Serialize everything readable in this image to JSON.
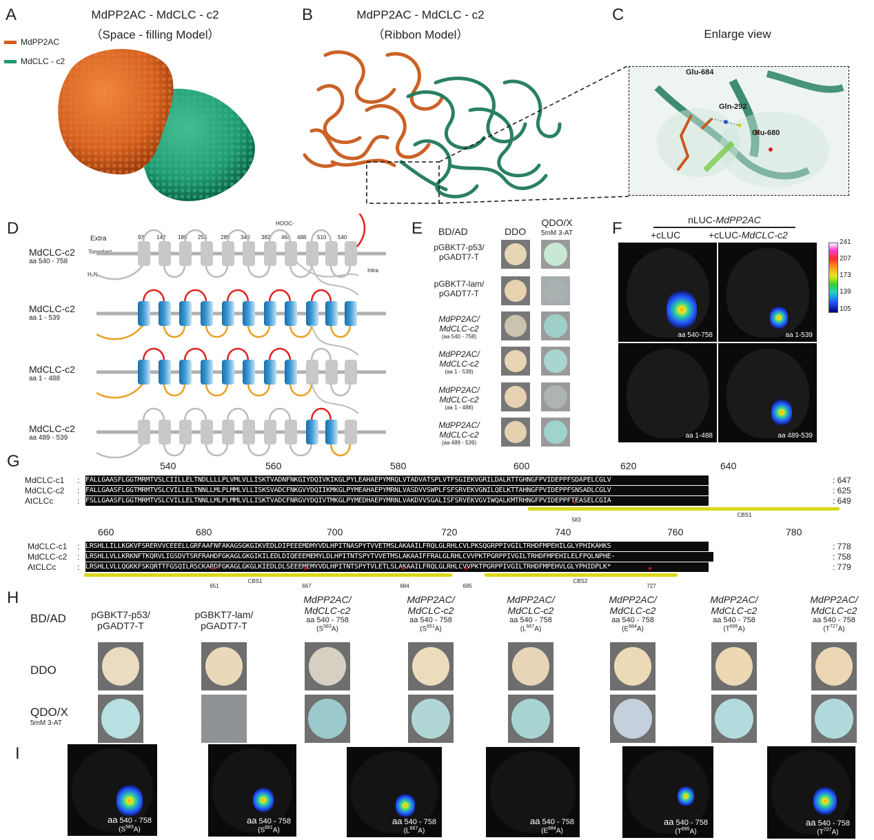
{
  "panelA": {
    "label": "A",
    "title": "MdPP2AC - MdCLC - c2",
    "subtitle": "（Space - filling Model）",
    "legend": [
      "MdPP2AC",
      "MdCLC - c2"
    ],
    "colors": {
      "mdpp2ac": "#d4601e",
      "mdclc": "#1f9a72"
    }
  },
  "panelB": {
    "label": "B",
    "title": "MdPP2AC - MdCLC - c2",
    "subtitle": "（Ribbon Model）"
  },
  "panelC": {
    "label": "C",
    "title": "Enlarge view",
    "residues": [
      "Glu-684",
      "Gln-292",
      "Glu-680"
    ]
  },
  "panelD": {
    "label": "D",
    "rows": [
      {
        "name": "MdCLC-c2",
        "range": "aa 540 - 758"
      },
      {
        "name": "MdCLC-c2",
        "range": "aa 1 - 539"
      },
      {
        "name": "MdCLC-c2",
        "range": "aa 1 - 488"
      },
      {
        "name": "MdCLC-c2",
        "range": "aa 489 - 539"
      }
    ],
    "extra": "Extra",
    "tonoplast": "Tonoplast",
    "intra": "Intra",
    "nterm": "H₂N-",
    "cterm": "HOOC-",
    "positions": [
      "93",
      "142",
      "188",
      "255",
      "289",
      "340",
      "382",
      "464",
      "488",
      "510",
      "540"
    ]
  },
  "panelE": {
    "label": "E",
    "header_bdad": "BD/AD",
    "header_ddo": "DDO",
    "header_qdo": "QDO/X",
    "header_qdo_sub": "5mM 3-AT",
    "rows": [
      {
        "l1": "pGBKT7-p53/",
        "l2": "pGADT7-T",
        "l3": ""
      },
      {
        "l1": "pGBKT7-lam/",
        "l2": "pGADT7-T",
        "l3": ""
      },
      {
        "l1": "MdPP2AC/",
        "l2": "MdCLC-c2",
        "l3": "(aa 540 - 758)"
      },
      {
        "l1": "MdPP2AC/",
        "l2": "MdCLC-c2",
        "l3": "(aa 1 - 539)"
      },
      {
        "l1": "MdPP2AC/",
        "l2": "MdCLC-c2",
        "l3": "(aa 1 - 488)"
      },
      {
        "l1": "MdPP2AC/",
        "l2": "MdCLC-c2",
        "l3": "(aa 489 - 539)"
      }
    ]
  },
  "panelF": {
    "label": "F",
    "top_prefix": "nLUC-",
    "top_gene": "MdPP2AC",
    "col1": "+cLUC",
    "col2_prefix": "+cLUC-",
    "col2_gene": "MdCLC-c2",
    "leaves": [
      "aa 540-758",
      "aa 1-539",
      "aa 1-488",
      "aa 489-539"
    ],
    "scale": [
      "241",
      "207",
      "173",
      "139",
      "105"
    ]
  },
  "panelG": {
    "label": "G",
    "block1": {
      "ticks": [
        "540",
        "560",
        "580",
        "600",
        "620",
        "640"
      ],
      "names": [
        "MdCLC-c1",
        "MdCLC-c2",
        "AtCLCc"
      ],
      "seqs": [
        "FALLGAASFLGGTMRMTVSLCIILLELTNDLLLLPLVMLVLLISKTVADNFNKGIYDQIVKIKGLPYLEAHAEPYMRQLVTADVATSPLVTFSGIEKVGRILDALRTTGHNGFPVIDEPPFSDAPELCGLV",
        "FALLGAASFLGGTMRMTVSLCVILLELTNNLLMLPLMMLVLLISKSVADCFNKGVYDQIIKMKGLPYMEAHAEPYMRNLVASDVVSWPLFSFSRVEKVGNILQELKTTAHNGFPVIDEPPFSNSADLCGLV",
        "FSLLGAASFLGGTMRMTVSLCVILLELTNNLLMLPLMMLVLLISKTVADCFNRGVYDQIVTMKGLPYMEDHAEPYMRNLVAKDVVSGALISFSRVEKVGVIWQALKMTRHNGFPVIDEPPFTEASELCGIA"
      ],
      "ends": [
        ": 647",
        ": 625",
        ": 649"
      ],
      "cbs": "CBS1",
      "mark": "583"
    },
    "block2": {
      "ticks": [
        "660",
        "680",
        "700",
        "720",
        "740",
        "760",
        "780"
      ],
      "names": [
        "MdCLC-c1",
        "MdCLC-c2",
        "AtCLCc"
      ],
      "seqs": [
        "LRSHLLILLKGKVFSRERVVCEEELLGRFAAFNFAKAGSGKGIKVEDLDIPEEEMDMYVDLHPITNASPYTVVETMSLAKAAILFRQLGLRHLCVLPKSQGRPPIVGILTRHDFMPEHILGLYPHIKAHKS",
        "LRSHLLVLLKRKNFTKQRVLIGSDVTSRFRAHDFGKAGLGKGIKILEDLDIQEEEMEMYLDLHPITNTSPYTVVETMSLAKAAIFFRALGLRHLCVVPKTPGRPPIVGILTRHDFMPEHILELFPQLNPHE-",
        "LRSHLLVLLQGKKFSKQRTTFGSQILRSCKARDFGKAGLGKGLKIEDLDLSEEEMEMYVDLHPITNTSPYTVLETLSLAKAAILFRQLGLRHLCVVPKTPGRPPIVGILTRHDFMPEHVLGLYPHIDPLK*"
      ],
      "ends": [
        ": 778",
        ": 758",
        ": 779"
      ],
      "cbs": [
        "CBS1",
        "CBS2"
      ],
      "marks": [
        "651",
        "667",
        "684",
        "695",
        "727"
      ]
    }
  },
  "panelH": {
    "label": "H",
    "row_bdad": "BD/AD",
    "row_ddo": "DDO",
    "row_qdo": "QDO/X",
    "row_qdo_sub": "5mM 3-AT",
    "cols": [
      {
        "l1": "pGBKT7-p53/",
        "l2": "pGADT7-T",
        "range": "",
        "aa": "",
        "sup": "",
        "tail": ""
      },
      {
        "l1": "pGBKT7-lam/",
        "l2": "pGADT7-T",
        "range": "",
        "aa": "",
        "sup": "",
        "tail": ""
      },
      {
        "l1": "MdPP2AC/",
        "l2": "MdCLC-c2",
        "range": "aa 540 - 758",
        "aa": "(S",
        "sup": "583",
        "tail": "A)"
      },
      {
        "l1": "MdPP2AC/",
        "l2": "MdCLC-c2",
        "range": "aa 540 - 758",
        "aa": "(S",
        "sup": "651",
        "tail": "A)"
      },
      {
        "l1": "MdPP2AC/",
        "l2": "MdCLC-c2",
        "range": "aa 540 - 758",
        "aa": "(L",
        "sup": "667",
        "tail": "A)"
      },
      {
        "l1": "MdPP2AC/",
        "l2": "MdCLC-c2",
        "range": "aa 540 - 758",
        "aa": "(E",
        "sup": "684",
        "tail": "A)"
      },
      {
        "l1": "MdPP2AC/",
        "l2": "MdCLC-c2",
        "range": "aa 540 - 758",
        "aa": "(T",
        "sup": "695",
        "tail": "A)"
      },
      {
        "l1": "MdPP2AC/",
        "l2": "MdCLC-c2",
        "range": "aa 540 - 758",
        "aa": "(T",
        "sup": "727",
        "tail": "A)"
      }
    ]
  },
  "panelI": {
    "label": "I",
    "leaves": [
      {
        "range": "aa 540 - 758",
        "aa": "(S",
        "sup": "583",
        "tail": "A)"
      },
      {
        "range": "aa 540 - 758",
        "aa": "(S",
        "sup": "651",
        "tail": "A)"
      },
      {
        "range": "aa 540 - 758",
        "aa": "(L",
        "sup": "667",
        "tail": "A)"
      },
      {
        "range": "aa 540 - 758",
        "aa": "(E",
        "sup": "684",
        "tail": "A)"
      },
      {
        "range": "aa 540 - 758",
        "aa": "(T",
        "sup": "695",
        "tail": "A)"
      },
      {
        "range": "aa 540 - 758",
        "aa": "(T",
        "sup": "727",
        "tail": "A)"
      }
    ]
  }
}
